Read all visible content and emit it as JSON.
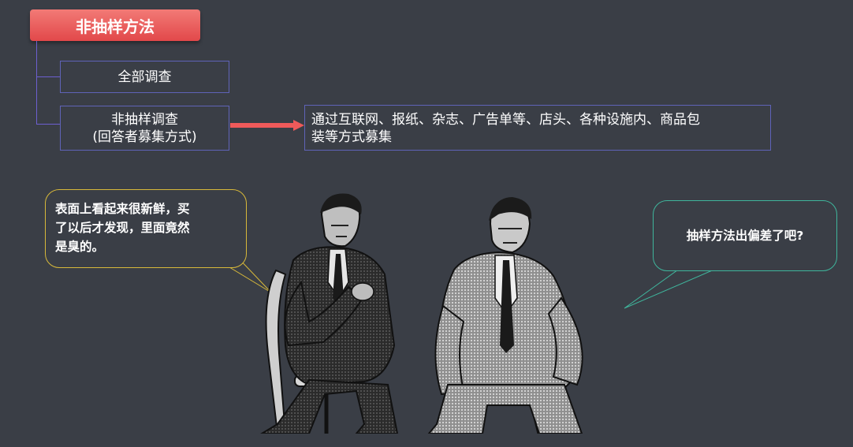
{
  "title": "非抽样方法",
  "branch1": {
    "label": "全部调查"
  },
  "branch2": {
    "line1": "非抽样调查",
    "line2": "(回答者募集方式)"
  },
  "result": {
    "line1": "通过互联网、报纸、杂志、广告单等、店头、各种设施内、商品包",
    "line2": "装等方式募集"
  },
  "left_bubble": {
    "line1": "表面上看起来很新鲜，买",
    "line2": "了以后才发现，里面竟然",
    "line3": "是臭的。"
  },
  "right_bubble": {
    "text": "抽样方法出偏差了吧?"
  },
  "colors": {
    "background": "#3a3e46",
    "title_fill": "#e2484a",
    "connector": "#6d5fd0",
    "box_border": "#5f63b8",
    "arrow": "#ef5a5a",
    "left_bubble_border": "#d8b93a",
    "right_bubble_border": "#3fb59c"
  },
  "illustration": {
    "name": "two-seated-men-illustration"
  }
}
